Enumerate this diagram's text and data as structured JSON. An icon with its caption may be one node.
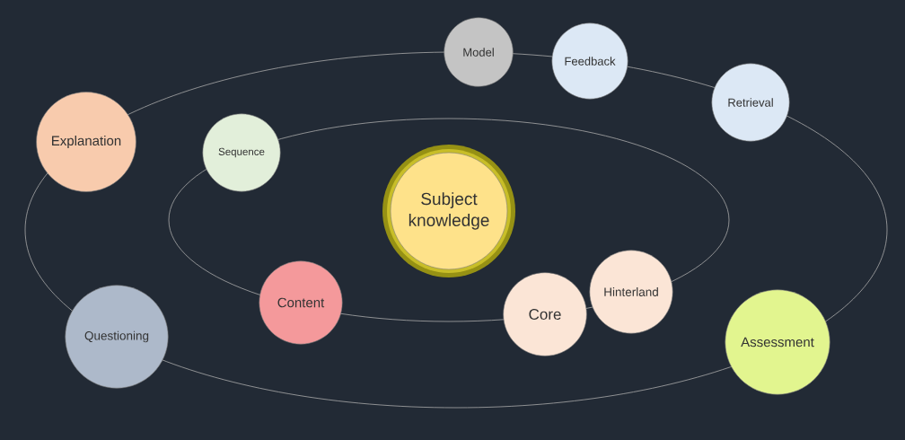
{
  "diagram": {
    "nodes": [
      {
        "text": [
          "Model"
        ]
      },
      {
        "text": [
          "Feedback"
        ]
      },
      {
        "text": [
          "Retrieval"
        ]
      },
      {
        "text": [
          "Explanation"
        ]
      },
      {
        "text": [
          "Sequence"
        ]
      },
      {
        "text": [
          "Subject knowledge"
        ]
      },
      {
        "text": [
          "Hinterland"
        ]
      },
      {
        "text": [
          "Content"
        ]
      },
      {
        "text": [
          "Core"
        ]
      },
      {
        "text": [
          "Questioning"
        ]
      },
      {
        "text": [
          "Assessment"
        ]
      }
    ]
  }
}
